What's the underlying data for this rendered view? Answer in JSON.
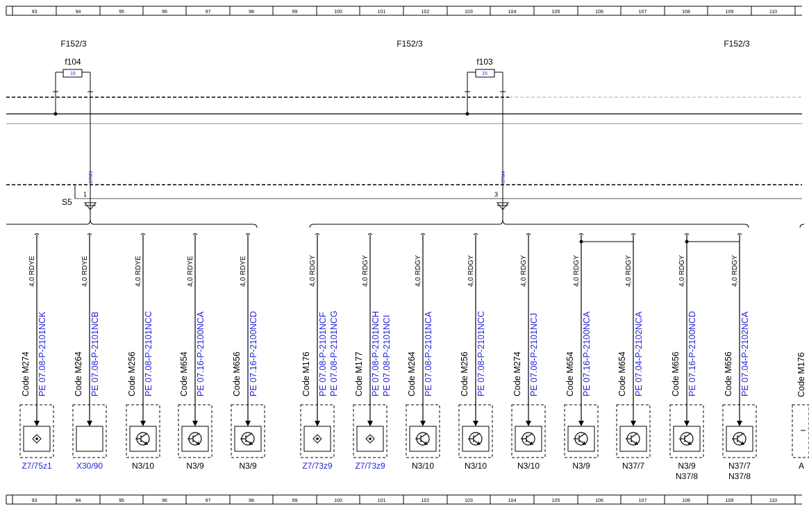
{
  "ruler": [
    "93",
    "94",
    "95",
    "96",
    "97",
    "98",
    "99",
    "100",
    "101",
    "102",
    "103",
    "104",
    "105",
    "106",
    "107",
    "108",
    "109",
    "110"
  ],
  "header_labels": [
    "F152/3",
    "F152/3",
    "F152/3"
  ],
  "fuses": [
    {
      "name": "f104",
      "rating": "15"
    },
    {
      "name": "f103",
      "rating": "15"
    }
  ],
  "splice": "S5",
  "wire_refs": [
    "87M3",
    "87M4"
  ],
  "pins": [
    "1",
    "3"
  ],
  "branches": [
    {
      "wire": "4,0 RDYE",
      "code": "Code M274",
      "pe": [
        "PE 07.08-P-2101NCK"
      ],
      "symbol": "diamond",
      "label": [
        "Z7/75z1"
      ],
      "label_blue": true
    },
    {
      "wire": "4,0 RDYE",
      "code": "Code M264",
      "pe": [
        "PE 07.08-P-2101NCB"
      ],
      "symbol": "empty",
      "label": [
        "X30/90"
      ],
      "label_blue": true
    },
    {
      "wire": "4,0 RDYE",
      "code": "Code M256",
      "pe": [
        "PE 07.08-P-2101NCC"
      ],
      "symbol": "transistor",
      "label": [
        "N3/10"
      ],
      "label_blue": false
    },
    {
      "wire": "4,0 RDYE",
      "code": "Code M654",
      "pe": [
        "PE 07.16-P-2100NCA"
      ],
      "symbol": "transistor",
      "label": [
        "N3/9"
      ],
      "label_blue": false
    },
    {
      "wire": "4,0 RDYE",
      "code": "Code M656",
      "pe": [
        "PE 07.16-P-2100NCD"
      ],
      "symbol": "transistor",
      "label": [
        "N3/9"
      ],
      "label_blue": false
    },
    {
      "wire": "4,0 RDGY",
      "code": "Code M176",
      "pe": [
        "PE 07.08-P-2101NCF",
        "PE 07.08-P-2101NCG"
      ],
      "symbol": "diamond",
      "label": [
        "Z7/73z9"
      ],
      "label_blue": true
    },
    {
      "wire": "4,0 RDGY",
      "code": "Code M177",
      "pe": [
        "PE 07.08-P-2101NCH",
        "PE 07.08-P-2101NCI"
      ],
      "symbol": "diamond",
      "label": [
        "Z7/73z9"
      ],
      "label_blue": true
    },
    {
      "wire": "4,0 RDGY",
      "code": "Code M264",
      "pe": [
        "PE 07.08-P-2101NCA"
      ],
      "symbol": "transistor",
      "label": [
        "N3/10"
      ],
      "label_blue": false
    },
    {
      "wire": "4,0 RDGY",
      "code": "Code M256",
      "pe": [
        "PE 07.08-P-2101NCC"
      ],
      "symbol": "transistor",
      "label": [
        "N3/10"
      ],
      "label_blue": false
    },
    {
      "wire": "4,0 RDGY",
      "code": "Code M274",
      "pe": [
        "PE 07.08-P-2101NCJ"
      ],
      "symbol": "transistor",
      "label": [
        "N3/10"
      ],
      "label_blue": false
    },
    {
      "wire": "4,0 RDGY",
      "code": "Code M654",
      "pe": [
        "PE 07.16-P-2100NCA"
      ],
      "symbol": "transistor",
      "label": [
        "N3/9"
      ],
      "label_blue": false
    },
    {
      "wire": "4,0 RDGY",
      "code": "Code M654",
      "pe": [
        "PE 07.04-P-2102NCA"
      ],
      "symbol": "transistor",
      "label": [
        "N37/7"
      ],
      "label_blue": false
    },
    {
      "wire": "4,0 RDGY",
      "code": "Code M656",
      "pe": [
        "PE 07.16-P-2100NCD"
      ],
      "symbol": "transistor",
      "label": [
        "N3/9",
        "N37/8"
      ],
      "label_blue": false
    },
    {
      "wire": "4,0 RDGY",
      "code": "Code M656",
      "pe": [
        "PE 07.04-P-2102NCA"
      ],
      "symbol": "transistor",
      "label": [
        "N37/7",
        "N37/8"
      ],
      "label_blue": false
    }
  ],
  "cut_code": "Code M176",
  "cut_label": "A"
}
